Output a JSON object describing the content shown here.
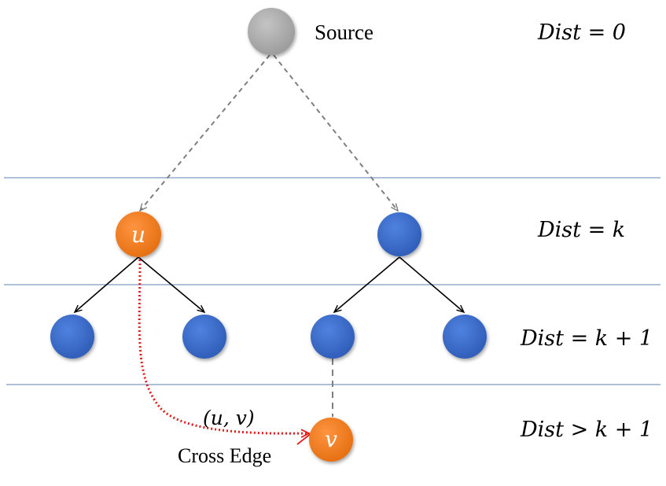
{
  "labels": {
    "source": "Source",
    "cross_edge": "Cross Edge",
    "edge_uv": "(u, v)"
  },
  "levels": [
    {
      "label": "Dist = 0"
    },
    {
      "label": "Dist = k"
    },
    {
      "label": "Dist = k + 1"
    },
    {
      "label": "Dist > k + 1"
    }
  ],
  "nodes": {
    "u": "u",
    "v": "v"
  },
  "colors": {
    "source": "#a6a6a6",
    "orange": "#f07c1e",
    "blue": "#3d6cc8",
    "level_line": "#5b7fb3",
    "dashed": "#7f7f7f",
    "cross_edge": "#e21b1b",
    "tree_edge": "#000000"
  }
}
